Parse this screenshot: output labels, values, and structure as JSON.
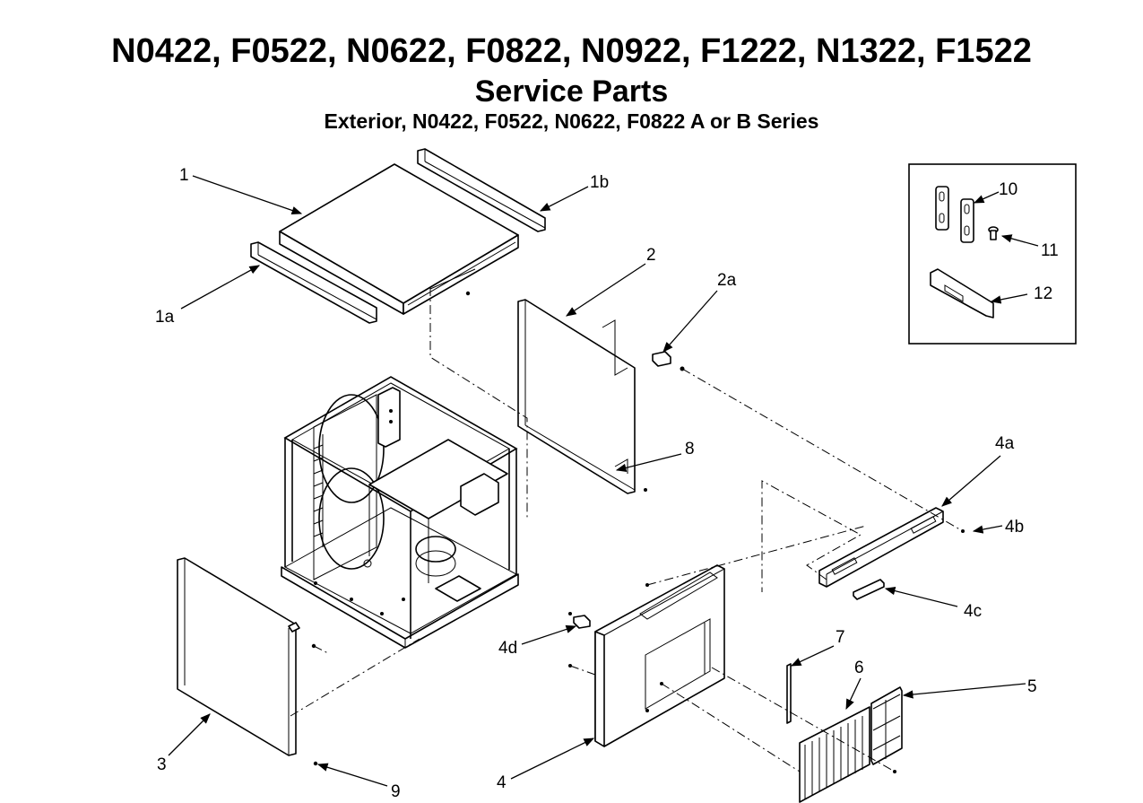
{
  "header": {
    "models": "N0422, F0522, N0622, F0822, N0922, F1222, N1322, F1522",
    "title": "Service Parts",
    "subtitle": "Exterior, N0422, F0522, N0622, F0822 A or B Series"
  },
  "callouts": {
    "c1": "1",
    "c1a": "1a",
    "c1b": "1b",
    "c2": "2",
    "c2a": "2a",
    "c3": "3",
    "c4": "4",
    "c4a": "4a",
    "c4b": "4b",
    "c4c": "4c",
    "c4d": "4d",
    "c5": "5",
    "c6": "6",
    "c7": "7",
    "c8": "8",
    "c9": "9",
    "c10": "10",
    "c11": "11",
    "c12": "12"
  }
}
